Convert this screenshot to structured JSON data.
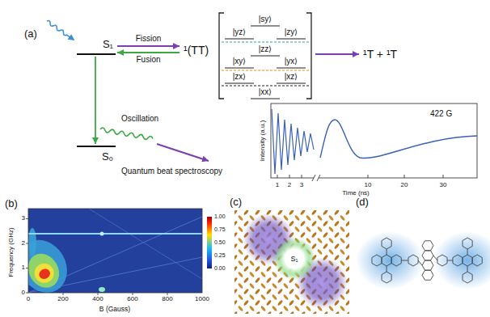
{
  "diagram": {
    "nodes": [
      {
        "text": [
          "S₁"
        ]
      },
      {
        "text": [
          "S₀"
        ]
      },
      {
        "text": [
          "¹(TT)"
        ]
      },
      {
        "text": [
          "|sy⟩",
          "|yz⟩",
          "|zy⟩",
          "|zz⟩",
          "|xy⟩",
          "|yx⟩",
          "|zx⟩",
          "|xz⟩",
          "|xx⟩"
        ]
      },
      {
        "text": [
          "¹T + ¹T"
        ]
      }
    ],
    "edges": [
      {
        "from": 0,
        "to": 2,
        "arrow": "to",
        "label": "Fission"
      },
      {
        "from": 2,
        "to": 0,
        "arrow": "to",
        "label": "Fusion"
      },
      {
        "from": 0,
        "to": 1,
        "arrow": "to"
      },
      {
        "from": 3,
        "to": 4,
        "arrow": "to"
      }
    ],
    "labels": [
      "(a)",
      "Oscillation",
      "Quantum beat spectroscopy",
      "422 G",
      "Intensity (a.u.)",
      "1",
      "2",
      "3",
      "10",
      "20",
      "30",
      "Time (ns)",
      "(b)",
      "3",
      "2",
      "1",
      "0",
      "Frequency (GHz)",
      "0",
      "200",
      "400",
      "600",
      "800",
      "1000",
      "B (Gauss)",
      "1.00",
      "0.75",
      "0.50",
      "0.25",
      "0.00",
      "(c)",
      "S₁",
      "(d)"
    ]
  }
}
